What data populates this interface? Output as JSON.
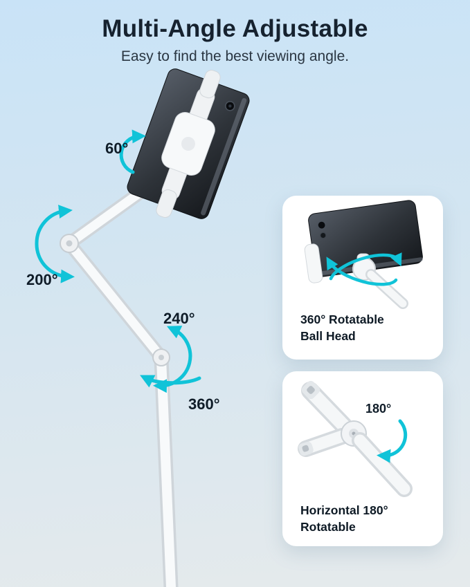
{
  "header": {
    "title": "Multi-Angle Adjustable",
    "subtitle": "Easy to find the best viewing angle."
  },
  "angles": {
    "head_tilt": "60°",
    "upper_joint": "200°",
    "elbow_joint": "240°",
    "pole_rotation": "360°"
  },
  "cards": [
    {
      "caption_line1": "360° Rotatable",
      "caption_line2": "Ball Head"
    },
    {
      "angle_label": "180°",
      "caption_line1": "Horizontal 180°",
      "caption_line2": "Rotatable"
    }
  ],
  "colors": {
    "accent_cyan": "#10C3D8",
    "title_text": "#16222F",
    "card_background": "#FFFFFF",
    "background_top": "#C9E3F7",
    "background_bottom": "#E5EAEC"
  }
}
